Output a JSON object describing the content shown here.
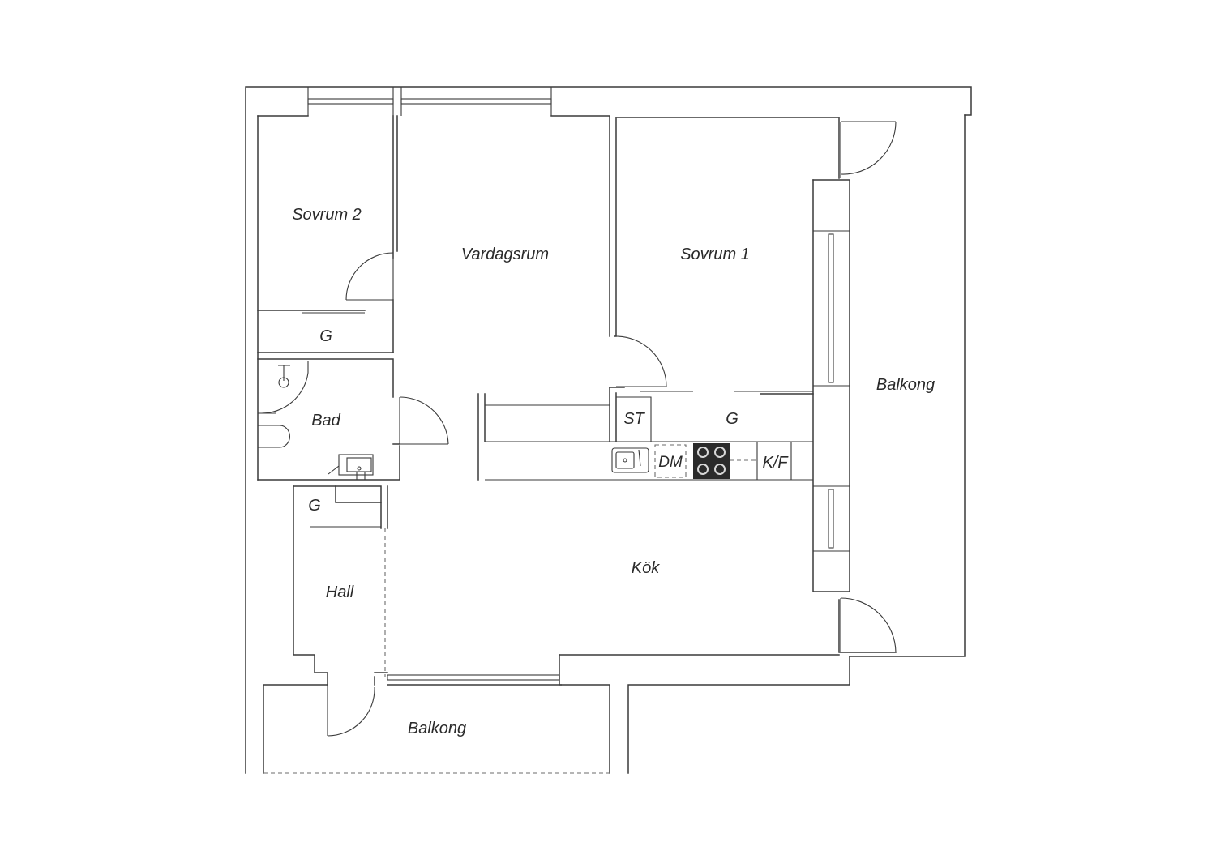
{
  "rooms": {
    "sovrum_2": "Sovrum 2",
    "vardagsrum": "Vardagsrum",
    "sovrum_1": "Sovrum 1",
    "closet_g_1": "G",
    "bad": "Bad",
    "st": "ST",
    "closet_g_2": "G",
    "dm": "DM",
    "kf": "K/F",
    "closet_g_3": "G",
    "kok": "Kök",
    "hall": "Hall",
    "balkong_right": "Balkong",
    "balkong_bottom": "Balkong"
  },
  "colors": {
    "wall": "#3a3a3a",
    "stove": "#2b2b2b",
    "background": "#ffffff"
  }
}
